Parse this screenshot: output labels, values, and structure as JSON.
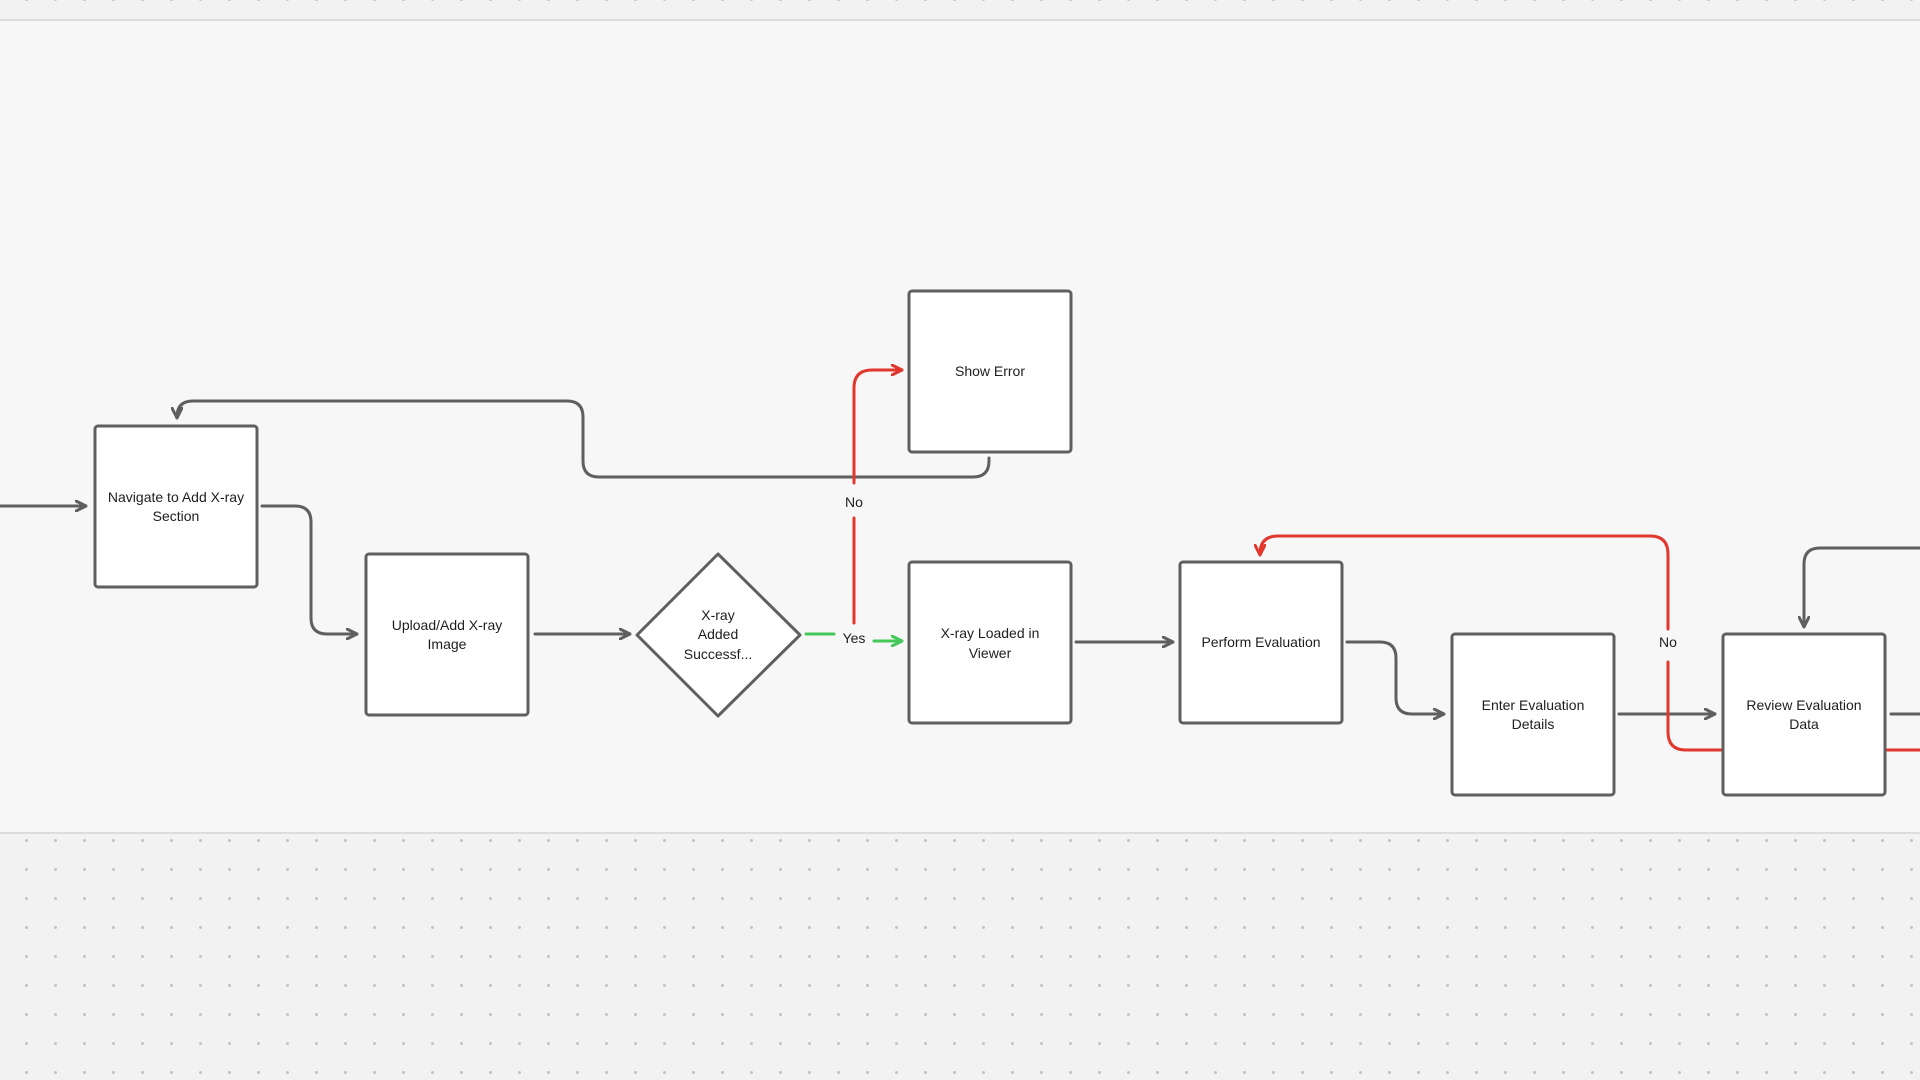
{
  "colors": {
    "canvas": "#f7f7f7",
    "dotted_background": "#f2f2f2",
    "node_border": "#5f5f5f",
    "edge_default": "#5f5f5f",
    "edge_no": "#e2372c",
    "edge_yes": "#45c85a"
  },
  "nodes": {
    "navigate": {
      "line1": "Navigate to Add X-ray",
      "line2": "Section"
    },
    "upload": {
      "line1": "Upload/Add X-ray",
      "line2": "Image"
    },
    "decision": {
      "line1": "X-ray",
      "line2": "Added",
      "line3": "Successf..."
    },
    "show_error": {
      "line1": "Show Error"
    },
    "loaded": {
      "line1": "X-ray Loaded in",
      "line2": "Viewer"
    },
    "perform": {
      "line1": "Perform Evaluation"
    },
    "enter": {
      "line1": "Enter Evaluation",
      "line2": "Details"
    },
    "review": {
      "line1": "Review Evaluation",
      "line2": "Data"
    }
  },
  "edge_labels": {
    "decision_no": "No",
    "decision_yes": "Yes",
    "review_no": "No"
  }
}
